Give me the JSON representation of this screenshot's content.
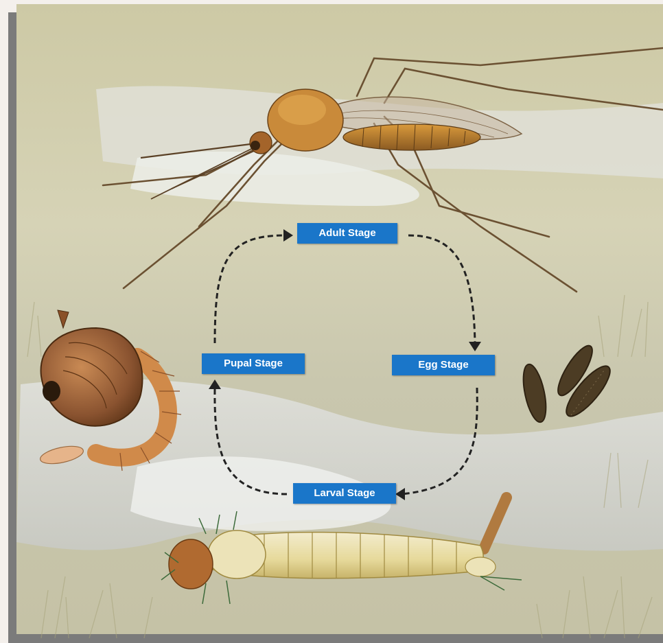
{
  "diagram": {
    "stages": {
      "adult": "Adult Stage",
      "egg": "Egg Stage",
      "larval": "Larval Stage",
      "pupal": "Pupal Stage"
    },
    "cycle_order": [
      "Adult Stage",
      "Egg Stage",
      "Larval Stage",
      "Pupal Stage"
    ],
    "illustrations": [
      "adult-mosquito",
      "mosquito-eggs",
      "mosquito-larva",
      "mosquito-pupa"
    ],
    "background_scene": "marsh-wetland",
    "colors": {
      "label_fill": "#1a76c9",
      "label_text": "#ffffff",
      "arrow": "#222222",
      "frame_shadow": "#7b7b7b",
      "background": "#cfcaa8"
    }
  }
}
